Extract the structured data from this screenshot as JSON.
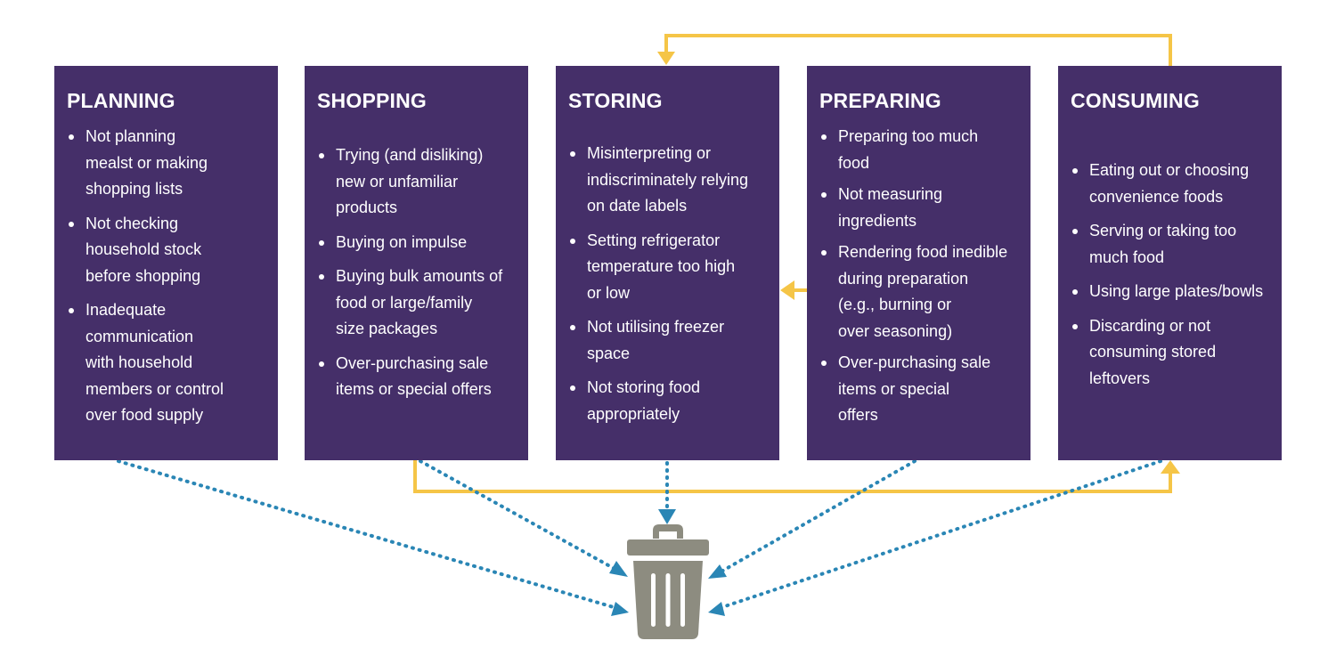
{
  "stages": [
    {
      "id": "planning",
      "title": "PLANNING",
      "items": [
        "Not planning\nmealst or making\nshopping lists",
        "Not checking\nhousehold stock\nbefore shopping",
        "Inadequate\ncommunication\nwith household\nmembers or control\nover food supply"
      ]
    },
    {
      "id": "shopping",
      "title": "SHOPPING",
      "items": [
        "Trying (and disliking)\nnew or unfamiliar\nproducts",
        "Buying on impulse",
        "Buying bulk amounts of\nfood or large/family\nsize packages",
        "Over-purchasing sale\nitems or special offers"
      ]
    },
    {
      "id": "storing",
      "title": "STORING",
      "items": [
        "Misinterpreting or\nindiscriminately relying\non date labels",
        "Setting refrigerator\ntemperature too high\nor low",
        "Not utilising freezer\nspace",
        "Not storing food\nappropriately"
      ]
    },
    {
      "id": "preparing",
      "title": "PREPARING",
      "items": [
        "Preparing too much\nfood",
        "Not measuring\ningredients",
        "Rendering food inedible\nduring preparation\n(e.g., burning or\n over seasoning)",
        "Over-purchasing sale\nitems or special\noffers"
      ]
    },
    {
      "id": "consuming",
      "title": "CONSUMING",
      "items": [
        "Eating out or choosing\nconvenience foods",
        "Serving or taking too\nmuch food",
        "Using large plates/bowls",
        "Discarding or not\nconsuming stored\nleftovers"
      ]
    }
  ],
  "colors": {
    "box": "#452f69",
    "box_text": "#ffffff",
    "flow_arrow": "#f5c547",
    "waste_arrow": "#2a86b5",
    "bin": "#8d8c80"
  },
  "icons": {
    "bin": "trash-bin-icon"
  }
}
